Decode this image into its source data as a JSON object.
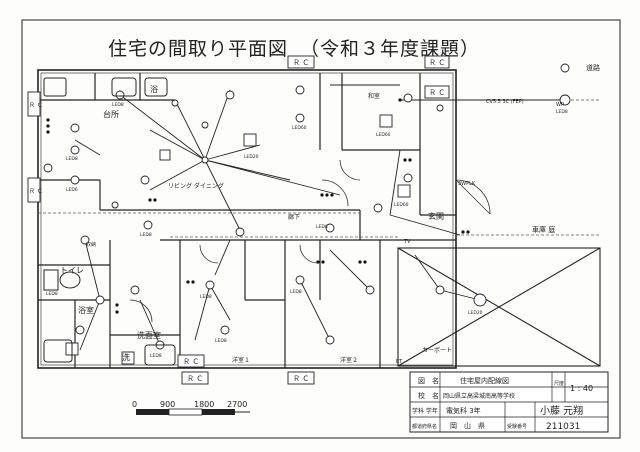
{
  "title": {
    "main": "住宅の間取り平面図",
    "sub": "（令和３年度課題）"
  },
  "rooms": {
    "bath_toilet_top": "浴",
    "kitchen": "台所",
    "living": "リビング\nダイニング",
    "japanese_room": "和室",
    "hallway": "廊下",
    "entrance": "玄関",
    "toilet": "トイレ",
    "bathroom": "浴室",
    "washroom": "洗面室",
    "wash": "洗",
    "room1": "洋室１",
    "room2": "洋室２",
    "storage": "収納",
    "carport": "カーポート"
  },
  "outside": {
    "road": "道路",
    "yard": "車庫 庭",
    "cable_label": "CV5.5 3C (FEP)",
    "wall_label": "WP"
  },
  "rc_labels": [
    "Ｒ Ｃ",
    "Ｒ Ｃ",
    "Ｒ Ｃ",
    "Ｒ Ｃ",
    "Ｒ Ｃ",
    "Ｒ Ｃ",
    "Ｒ Ｃ",
    "Ｒ Ｃ"
  ],
  "scale_bar": {
    "ticks": [
      "0",
      "900",
      "1800",
      "2700"
    ]
  },
  "title_block": {
    "zumei_label": "図　名",
    "zumei_value": "住宅屋内配線図",
    "scale_label": "尺度",
    "scale_value": "1 : 40",
    "school_label": "校　名",
    "school_value": "岡山県立高梁城南高等学校",
    "class_label": "学科 学年",
    "class_value": "電気科 3年",
    "name_value": "小藤 元翔",
    "prefecture_label": "都道府県名",
    "prefecture_value": "岡　山　県",
    "number_label": "受験番号",
    "number_value": "211031"
  },
  "fixture_labels": [
    "LED8",
    "LED8",
    "LED6",
    "LED20",
    "LED60",
    "LED8",
    "LED60",
    "LED8",
    "LED8",
    "LED20",
    "LED8",
    "LED8",
    "LED60",
    "LED8",
    "LED8",
    "LED8"
  ],
  "device_labels": {
    "panel": "3WPLK",
    "tv": "TV",
    "ground": "ET"
  }
}
